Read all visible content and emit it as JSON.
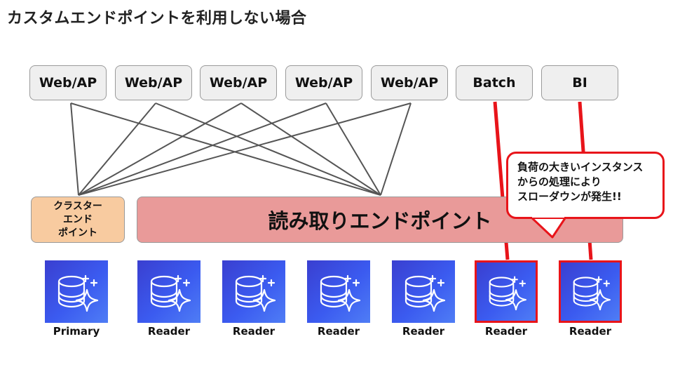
{
  "title": "カスタムエンドポイントを利用しない場合",
  "apps": [
    "Web/AP",
    "Web/AP",
    "Web/AP",
    "Web/AP",
    "Web/AP",
    "Batch",
    "BI"
  ],
  "cluster_endpoint": {
    "line1": "クラスター",
    "line2": "エンド",
    "line3": "ポイント"
  },
  "reader_endpoint": "読み取りエンドポイント",
  "instances": [
    {
      "label": "Primary",
      "highlight": false
    },
    {
      "label": "Reader",
      "highlight": false
    },
    {
      "label": "Reader",
      "highlight": false
    },
    {
      "label": "Reader",
      "highlight": false
    },
    {
      "label": "Reader",
      "highlight": false
    },
    {
      "label": "Reader",
      "highlight": true
    },
    {
      "label": "Reader",
      "highlight": true
    }
  ],
  "callout": {
    "line1": "負荷の大きいインスタンス",
    "line2": "からの処理により",
    "line3": "スローダウンが発生!!"
  },
  "colors": {
    "alert_red": "#e8141a",
    "reader_endpoint_fill": "#e99a99",
    "cluster_endpoint_fill": "#f8cba0",
    "db_icon_blue": "#3b5bf0"
  },
  "icons": {
    "instance": "aurora-database-sparkle-icon"
  }
}
